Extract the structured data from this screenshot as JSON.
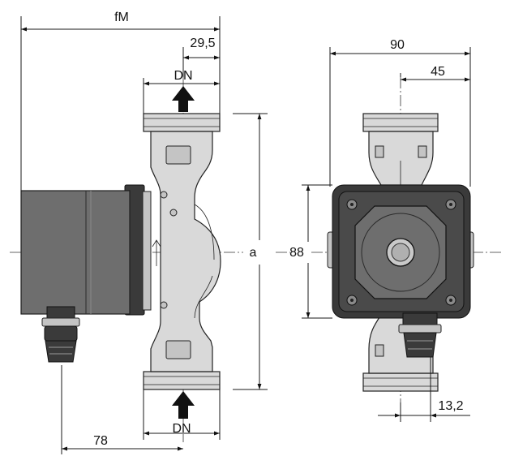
{
  "dimensions": {
    "fM": "fM",
    "d29_5": "29,5",
    "dn_top": "DN",
    "dn_bottom": "DN",
    "a": "a",
    "d78": "78",
    "d90": "90",
    "d45": "45",
    "d88": "88",
    "d13_2": "13,2"
  }
}
